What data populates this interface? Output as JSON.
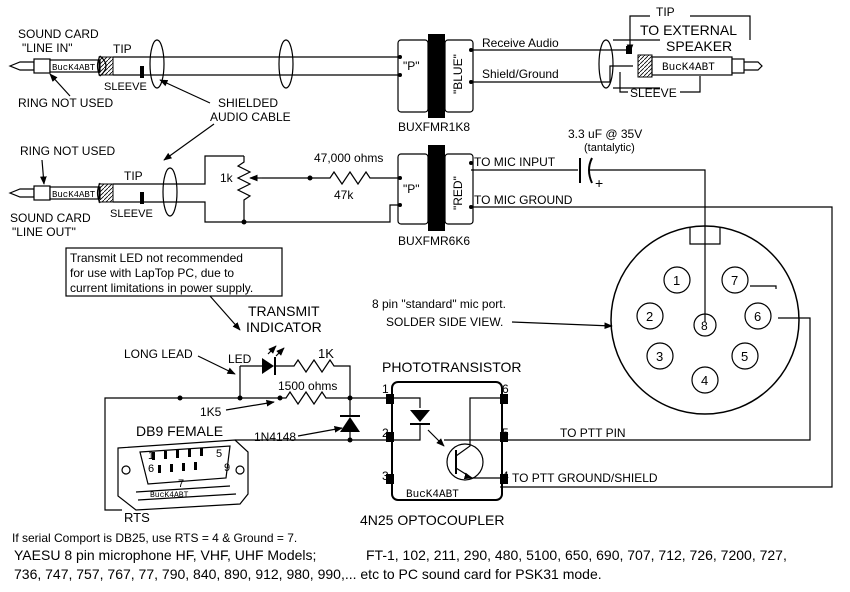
{
  "top": {
    "sound_card_line_in_1": "SOUND CARD",
    "sound_card_line_in_2": "\"LINE IN\"",
    "ring_not_used": "RING NOT USED",
    "tip": "TIP",
    "sleeve": "SLEEVE",
    "plug_label": "BucK4ABT",
    "shielded_cable_1": "SHIELDED",
    "shielded_cable_2": "AUDIO CABLE",
    "transformer_p": "\"P\"",
    "transformer_color": "\"BLUE\"",
    "transformer_part": "BUXFMR1K8",
    "receive_audio": "Receive Audio",
    "shield_ground": "Shield/Ground",
    "ext_tip": "TIP",
    "to_external_1": "TO EXTERNAL",
    "to_external_2": "SPEAKER",
    "ext_plug_label": "BucK4ABT",
    "ext_sleeve": "SLEEVE"
  },
  "middle": {
    "ring_not_used": "RING NOT USED",
    "sound_card_line_out_1": "SOUND CARD",
    "sound_card_line_out_2": "\"LINE OUT\"",
    "tip": "TIP",
    "sleeve": "SLEEVE",
    "plug_label": "BucK4ABT",
    "pot_value": "1k",
    "resistor_ohms": "47,000 ohms",
    "resistor_short": "47k",
    "transformer_p": "\"P\"",
    "transformer_color": "\"RED\"",
    "transformer_part": "BUXFMR6K6",
    "cap_value": "3.3 uF @ 35V",
    "cap_type": "(tantalytic)",
    "cap_plus": "+",
    "to_mic_input": "TO MIC INPUT",
    "to_mic_ground": "TO MIC GROUND"
  },
  "note": {
    "line1": "Transmit LED not recommended",
    "line2": "for use with LapTop PC, due to",
    "line3": "current limitations in power supply."
  },
  "led": {
    "transmit_1": "TRANSMIT",
    "transmit_2": "INDICATOR",
    "long_lead": "LONG LEAD",
    "led": "LED",
    "r1k": "1K",
    "r1500": "1500 ohms",
    "r1k5": "1K5",
    "diode": "1N4148"
  },
  "db9": {
    "title": "DB9 FEMALE",
    "pin1": "1",
    "pin6": "6",
    "pin5": "5",
    "pin9": "9",
    "pin7": "7",
    "brand": "BucK4ABT",
    "rts": "RTS"
  },
  "opto": {
    "title": "PHOTOTRANSISTOR",
    "pin1": "1",
    "pin2": "2",
    "pin3": "3",
    "pin4": "4",
    "pin5": "5",
    "pin6": "6",
    "brand": "BucK4ABT",
    "part": "4N25  OPTOCOUPLER",
    "to_ptt_pin": "TO  PTT PIN",
    "to_ptt_ground": "TO PTT GROUND/SHIELD"
  },
  "mic": {
    "caption_1": "8 pin \"standard\" mic port.",
    "caption_2": "SOLDER SIDE VIEW.",
    "pins": [
      "1",
      "2",
      "3",
      "4",
      "5",
      "6",
      "7",
      "8"
    ]
  },
  "footer": {
    "db25_note": "If serial Comport is DB25, use RTS = 4 & Ground = 7.",
    "line1_a": "YAESU 8 pin microphone HF, VHF, UHF Models;",
    "line1_b": "FT-1, 102, 211, 290, 480, 5100, 650, 690, 707, 712, 726, 7200, 727,",
    "line2": "736, 747, 757, 767, 77, 790, 840, 890, 912, 980, 990,... etc to PC sound card for PSK31 mode."
  }
}
